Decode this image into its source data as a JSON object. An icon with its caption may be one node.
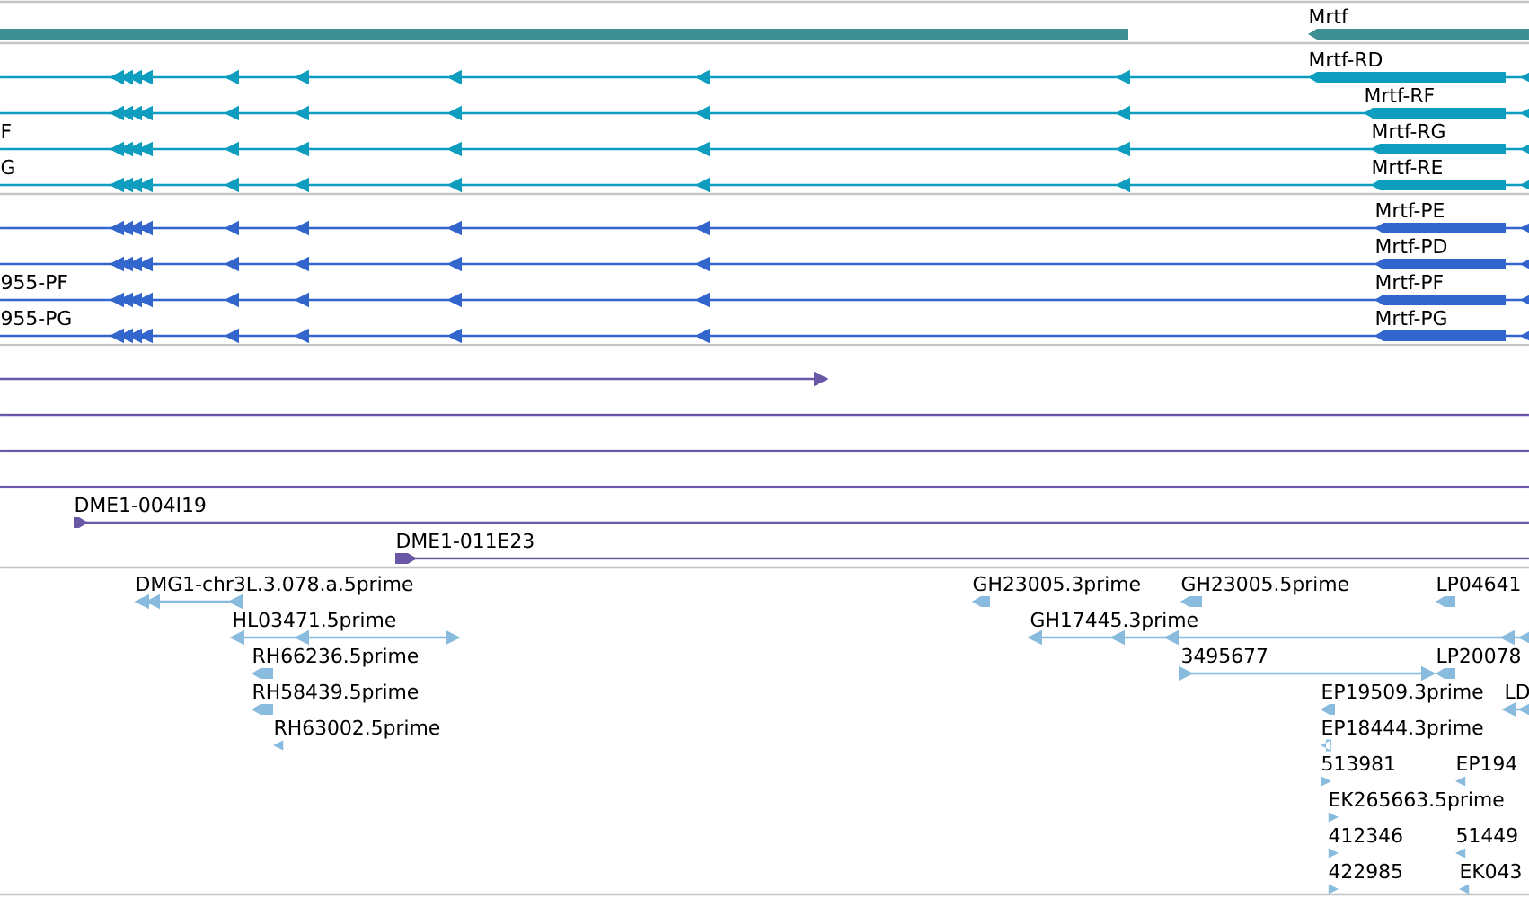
{
  "diagram": {
    "labels": [
      "Mrtf",
      "Mrtf-RD",
      "Mrtf-RF",
      "F",
      "Mrtf-RG",
      "G",
      "Mrtf-RE",
      "Mrtf-PE",
      "Mrtf-PD",
      "955-PF",
      "Mrtf-PF",
      "955-PG",
      "Mrtf-PG",
      "DME1-004I19",
      "DME1-011E23",
      "DMG1-chr3L.3.078.a.5prime",
      "GH23005.3prime",
      "GH23005.5prime",
      "LP04641",
      "HL03471.5prime",
      "GH17445.3prime",
      "RH66236.5prime",
      "3495677",
      "LP20078",
      "RH58439.5prime",
      "EP19509.3prime",
      "LD",
      "RH63002.5prime",
      "EP18444.3prime",
      "513981",
      "EP194",
      "EK265663.5prime",
      "412346",
      "51449",
      "422985",
      "EK043"
    ]
  }
}
